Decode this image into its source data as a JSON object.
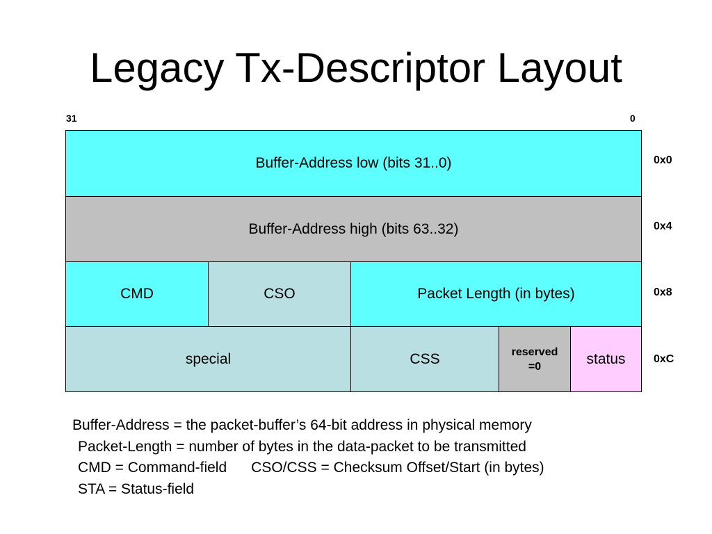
{
  "title": "Legacy Tx-Descriptor Layout",
  "bit_labels": {
    "high": "31",
    "low": "0"
  },
  "rows": [
    {
      "offset": "0x0",
      "fields": [
        {
          "label": "Buffer-Address low (bits 31..0)",
          "color": "#5effff"
        }
      ]
    },
    {
      "offset": "0x4",
      "fields": [
        {
          "label": "Buffer-Address high (bits 63..32)",
          "color": "#c0c0c0"
        }
      ]
    },
    {
      "offset": "0x8",
      "fields": [
        {
          "label": "CMD",
          "color": "#5effff"
        },
        {
          "label": "CSO",
          "color": "#b9dfe3"
        },
        {
          "label": "Packet Length (in bytes)",
          "color": "#5effff"
        }
      ]
    },
    {
      "offset": "0xC",
      "fields": [
        {
          "label": "special",
          "color": "#b9dfe3"
        },
        {
          "label": "CSS",
          "color": "#b9dfe3"
        },
        {
          "label": "reserved\n=0",
          "color": "#c0c0c0"
        },
        {
          "label": "status",
          "color": "#ffcdff"
        }
      ]
    }
  ],
  "notes": [
    "Buffer-Address = the packet-buffer’s 64-bit address in physical memory",
    "Packet-Length = number of bytes in the data-packet to be transmitted",
    "CMD = Command-field      CSO/CSS = Checksum Offset/Start (in bytes)",
    "STA = Status-field"
  ]
}
